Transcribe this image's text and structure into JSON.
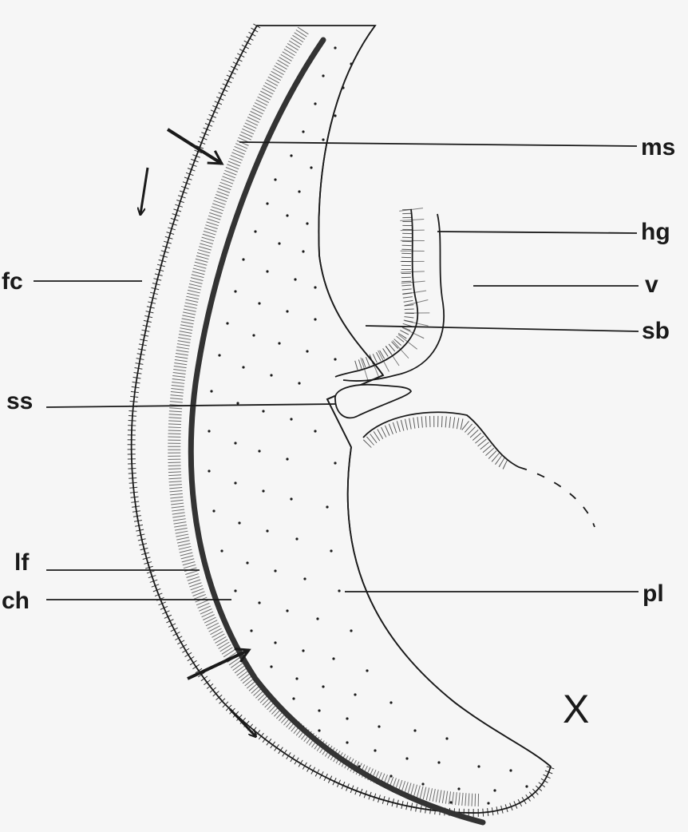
{
  "labels": {
    "ms": "ms",
    "hg": "hg",
    "v": "v",
    "sb": "sb",
    "pl": "pl",
    "fc": "fc",
    "ss": "ss",
    "lf": "lf",
    "ch": "ch"
  },
  "panel_letter": "X",
  "colors": {
    "ink": "#1a1a1a",
    "background": "#f6f6f6",
    "chord": "#333333"
  }
}
